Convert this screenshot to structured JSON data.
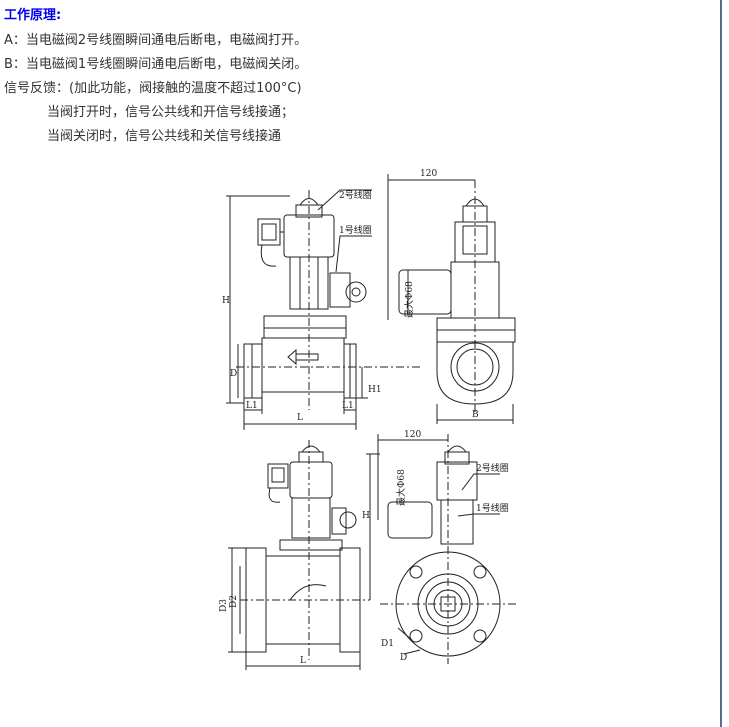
{
  "text": {
    "heading": "工作原理:",
    "line_a": "A：当电磁阀2号线圈瞬间通电后断电，电磁阀打开。",
    "line_b": "B：当电磁阀1号线圈瞬间通电后断电，电磁阀关闭。",
    "line_signal": "信号反馈：(加此功能，阀接触的温度不超过100°C)",
    "line_open": "当阀打开时，信号公共线和开信号线接通；",
    "line_close": "当阀关闭时，信号公共线和关信号线接通"
  },
  "drawing_threaded": {
    "coil2_label": "2号线圈",
    "coil1_label": "1号线圈",
    "dim_h": "H",
    "dim_d": "D",
    "dim_l1_left": "L1",
    "dim_l1_right": "L1",
    "dim_l": "L",
    "dim_h1": "H1",
    "dim_120": "120",
    "dim_max": "最大Φ68",
    "dim_b": "B"
  },
  "drawing_flanged": {
    "dim_120": "120",
    "dim_max": "最大Φ68",
    "dim_h": "H",
    "coil2_label": "2号线圈",
    "coil1_label": "1号线圈",
    "dim_d3": "D3",
    "dim_d2": "D2",
    "dim_d1": "D1",
    "dim_d": "D",
    "dim_l": "L"
  }
}
